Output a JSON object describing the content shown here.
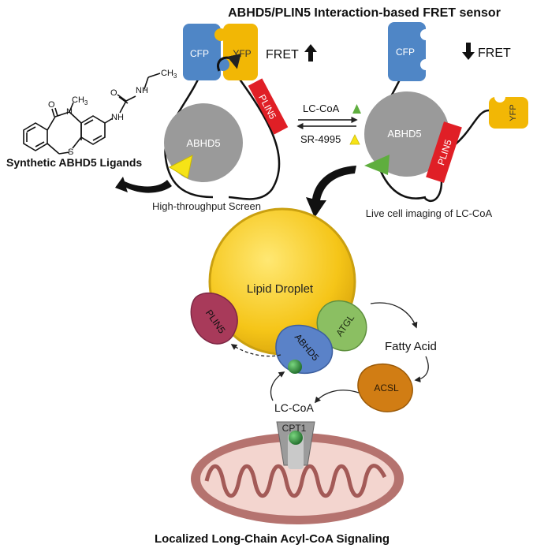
{
  "title": "ABHD5/PLIN5 Interaction-based FRET sensor",
  "footer": "Localized Long-Chain Acyl-CoA Signaling",
  "left_panel": {
    "cfp": "CFP",
    "yfp": "YFP",
    "plin5": "PLIN5",
    "abhd5": "ABHD5",
    "fret_label": "FRET",
    "fret_direction": "up",
    "caption": "High-throughput Screen"
  },
  "right_panel": {
    "cfp": "CFP",
    "yfp": "YFP",
    "plin5": "PLIN5",
    "abhd5": "ABHD5",
    "fret_label": "FRET",
    "fret_direction": "down",
    "caption": "Live cell imaging of LC-CoA"
  },
  "equilibrium": {
    "top_label": "LC-CoA",
    "bottom_label": "SR-4995"
  },
  "ligand": {
    "title": "Synthetic ABHD5 Ligands",
    "atoms": {
      "o": "O",
      "n_methyl": "N",
      "ch3_methyl": "CH",
      "nh_urea_1": "NH",
      "o_urea": "O",
      "nh_urea_2": "NH",
      "s": "S",
      "ch3_butyl": "CH",
      "sub3": "3"
    }
  },
  "cell": {
    "lipid_droplet": "Lipid Droplet",
    "plin5": "PLIN5",
    "abhd5": "ABHD5",
    "atgl": "ATGL",
    "fatty_acid": "Fatty Acid",
    "acsl": "ACSL",
    "lc_coa": "LC-CoA",
    "cpt1": "CPT1"
  },
  "colors": {
    "cfp": "#4f86c6",
    "yfp": "#f2b705",
    "plin5_red": "#e01f26",
    "abhd5_gray": "#9a9a9a",
    "lipid_droplet": "#f5c518",
    "plin5_cell": "#a83a5a",
    "abhd5_cell": "#5a82c8",
    "atgl": "#8bbf62",
    "acsl": "#d17d14",
    "mito": "#b5736f",
    "lc_coa_green": "#2e8b3a"
  }
}
